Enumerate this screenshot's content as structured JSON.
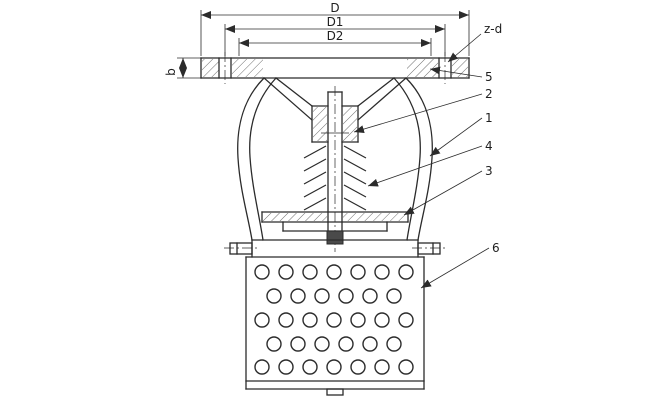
{
  "drawing": {
    "type": "valve-cross-section",
    "colors": {
      "line": "#2b2b2b",
      "background": "#ffffff"
    },
    "dimension_labels": {
      "D": "D",
      "D1": "D1",
      "D2": "D2",
      "b": "b",
      "z_d": "z-d"
    },
    "part_labels": {
      "p1": "1",
      "p2": "2",
      "p3": "3",
      "p4": "4",
      "p5": "5",
      "p6": "6"
    }
  }
}
